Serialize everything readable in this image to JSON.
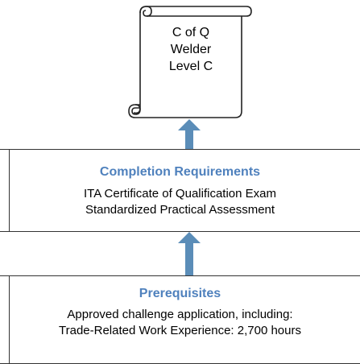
{
  "certificate": {
    "lines": [
      "C of Q",
      "Welder",
      "Level C"
    ]
  },
  "completion": {
    "heading": "Completion Requirements",
    "lines": [
      "ITA Certificate of Qualification Exam",
      "Standardized Practical Assessment"
    ]
  },
  "prerequisites": {
    "heading": "Prerequisites",
    "lines": [
      "Approved challenge application, including:",
      "Trade-Related Work Experience: 2,700 hours"
    ]
  },
  "colors": {
    "accent": "#5b8db8",
    "heading_text": "#4f81bd",
    "border": "#333333"
  }
}
